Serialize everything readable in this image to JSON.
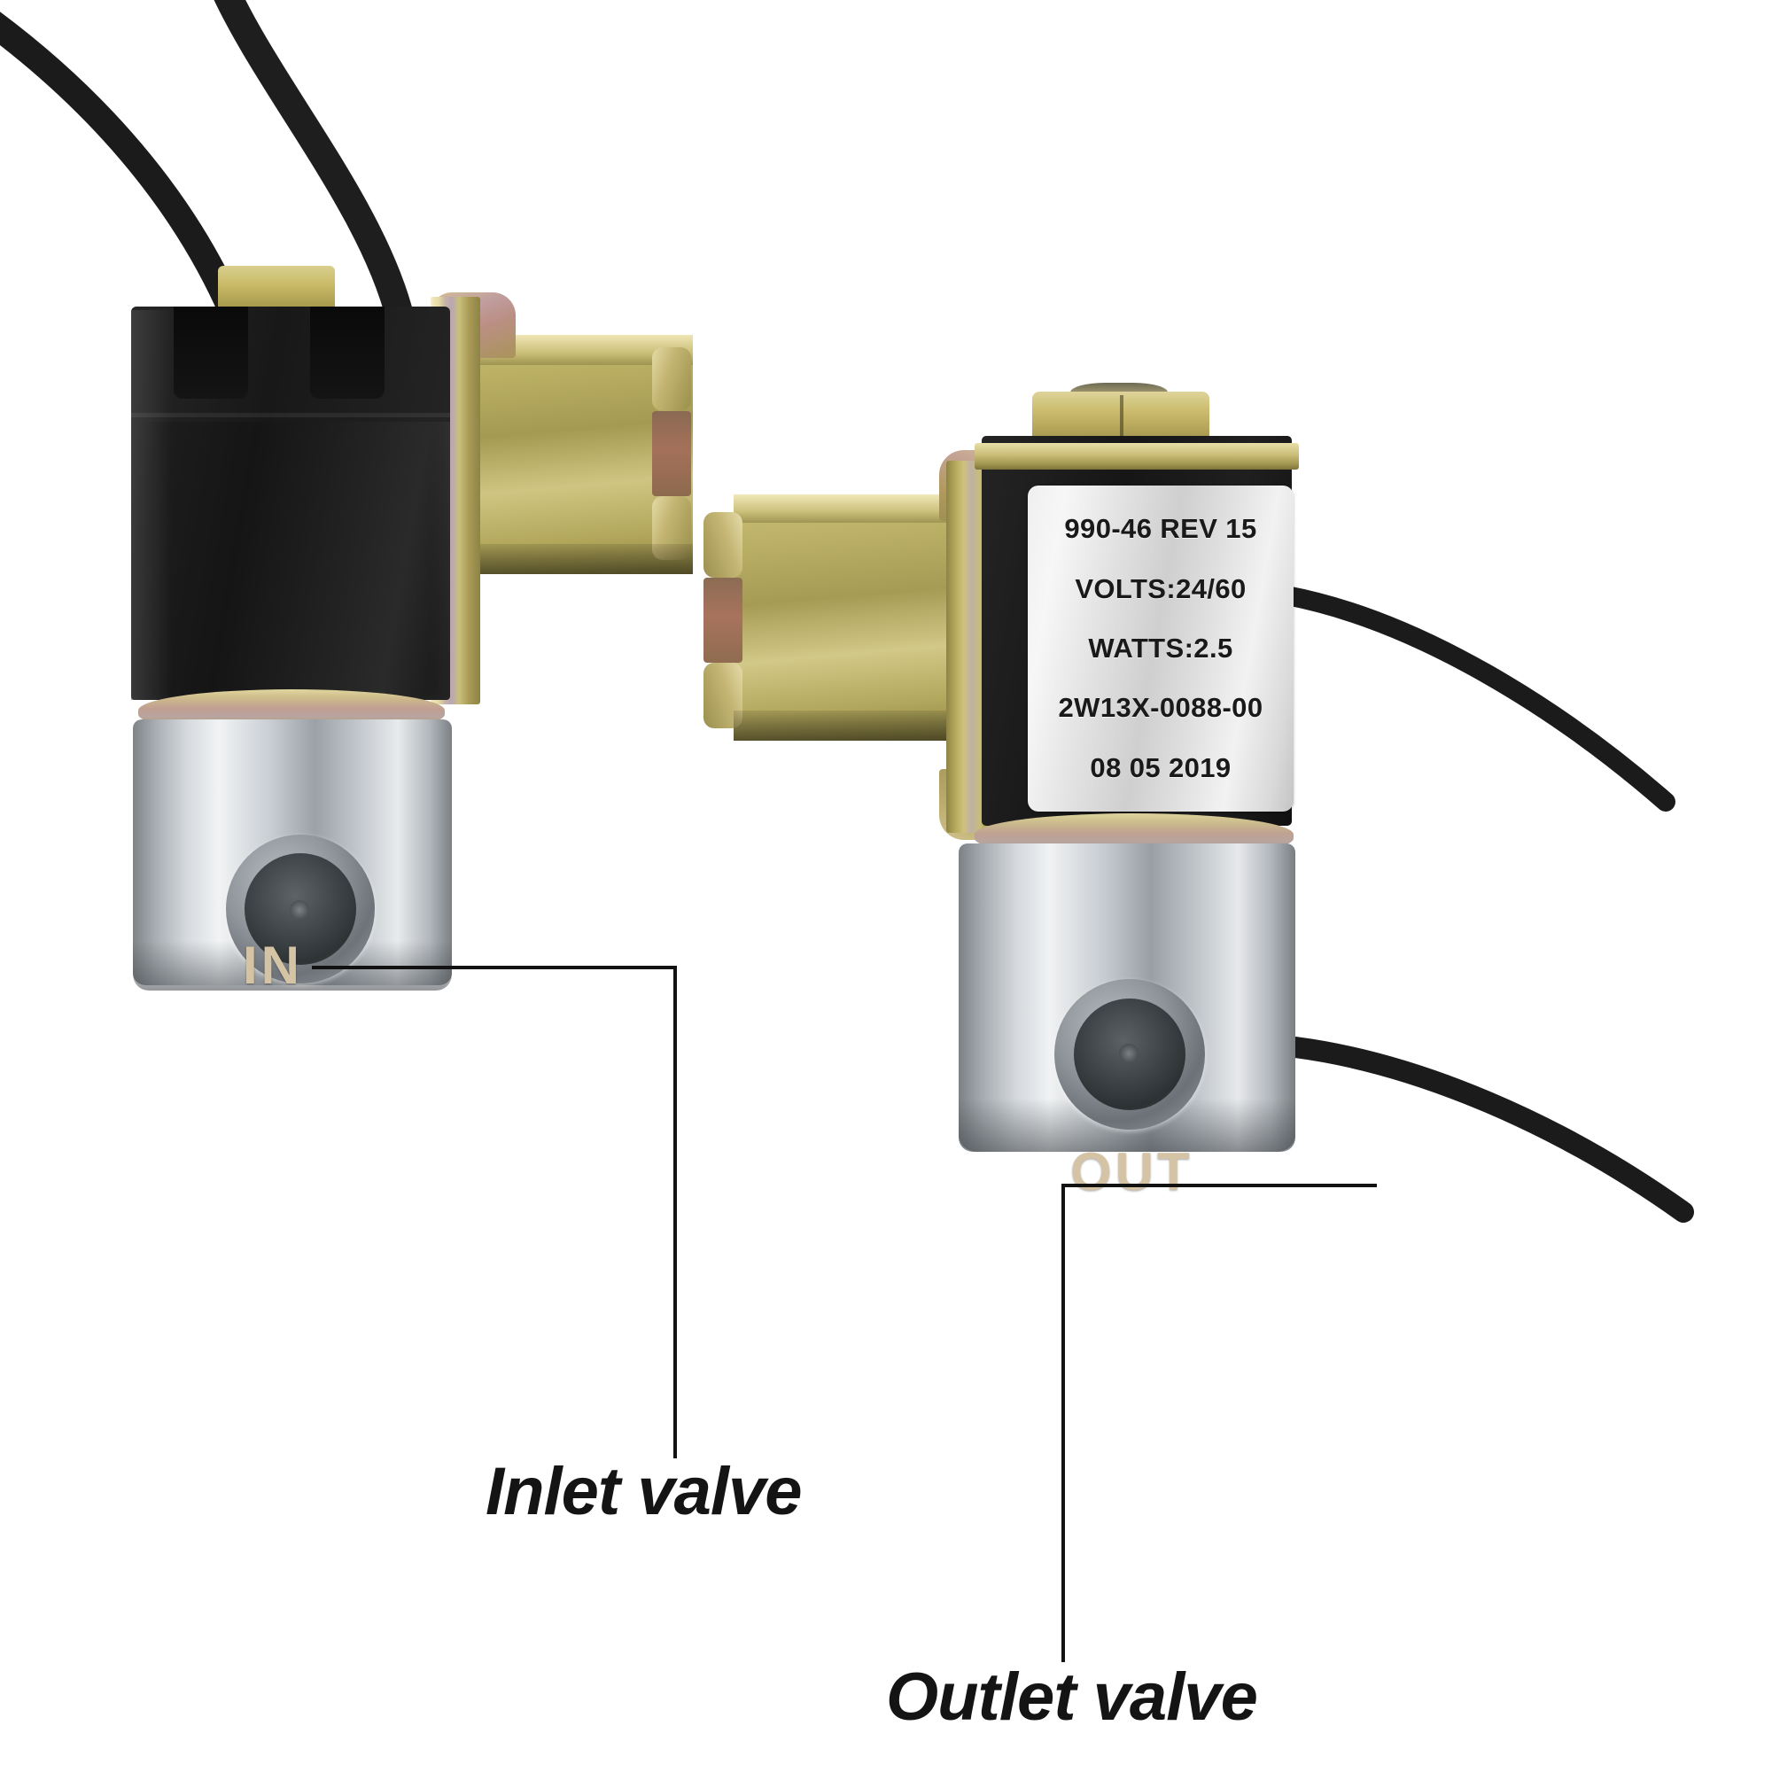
{
  "image": {
    "subject": "Two solenoid valves with annotated inlet and outlet ports",
    "background_color": "#ffffff"
  },
  "colors": {
    "port_marking_text": "#d4c3a4",
    "caption_text": "#141414",
    "leader_line": "#121212",
    "coil_black": "#1a1a1a",
    "bracket_zinc": "#c0b46e",
    "chrome_body": "#c9ced3",
    "label_plate": "#e4e4e4",
    "hex_nut_brass": "#cdbe71"
  },
  "left_valve": {
    "name": "Inlet solenoid valve",
    "port_marking": "IN",
    "caption": "Inlet valve",
    "components": {
      "coil": "black-coil-housing",
      "bracket": "zinc-mounting-bracket",
      "body": "chrome-valve-body",
      "port": "threaded-port",
      "nut": "top-hex-nut",
      "cables": "two-black-lead-wires"
    }
  },
  "right_valve": {
    "name": "Outlet solenoid valve",
    "port_marking": "OUT",
    "caption": "Outlet valve",
    "components": {
      "coil": "black-coil-housing",
      "bracket": "zinc-mounting-bracket",
      "body": "chrome-valve-body",
      "port": "threaded-port",
      "nut": "top-hex-nut",
      "cable": "black-lead-wire"
    },
    "nameplate": {
      "lines": [
        "990-46 REV 15",
        "VOLTS:24/60",
        "WATTS:2.5",
        "2W13X-0088-00",
        "08 05 2019"
      ],
      "part_number": "990-46 REV 15",
      "volts": "VOLTS:24/60",
      "watts": "WATTS:2.5",
      "model": "2W13X-0088-00",
      "date": "08 05 2019"
    }
  }
}
